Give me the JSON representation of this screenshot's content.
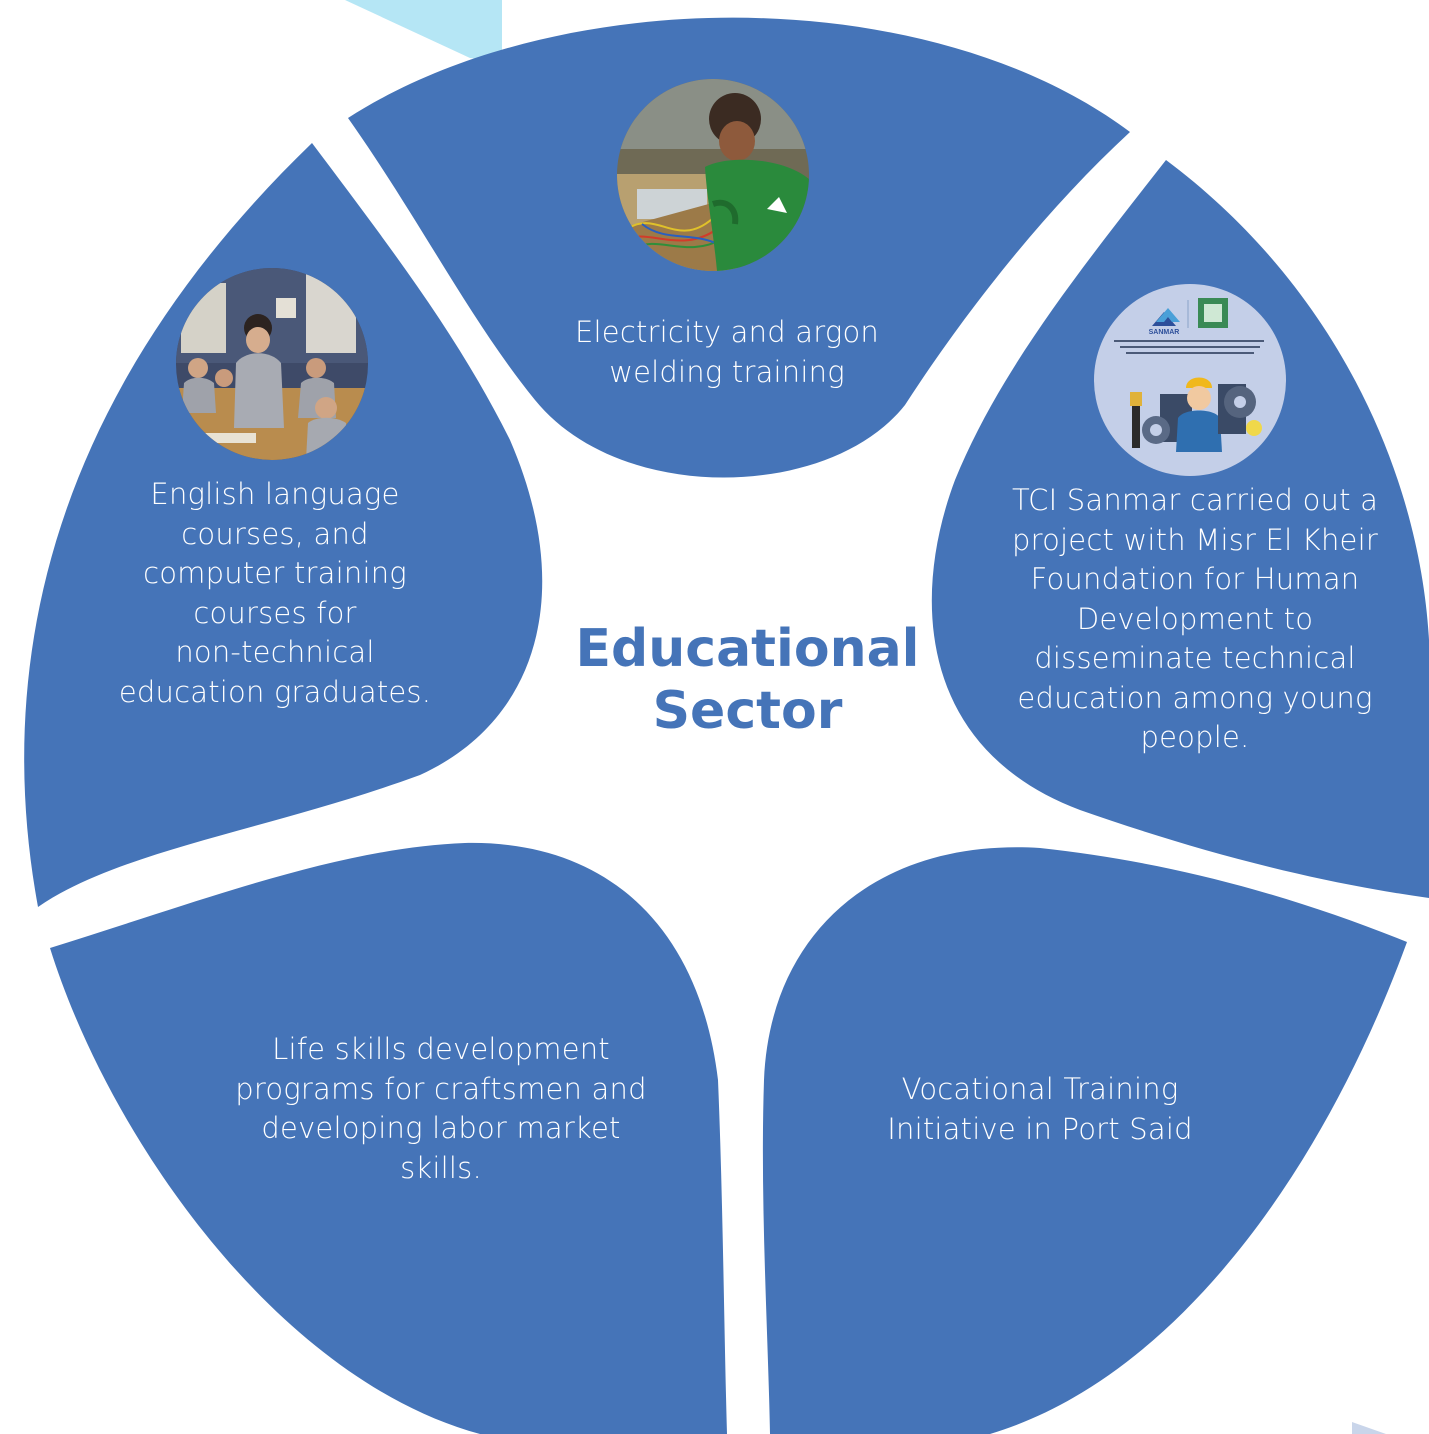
{
  "center": {
    "title": "Educational\nSector"
  },
  "petals": {
    "top": {
      "text": "Electricity and argon\nwelding training"
    },
    "left": {
      "text": "English language\ncourses, and\ncomputer training\ncourses for\nnon-technical\neducation graduates."
    },
    "right": {
      "text": "TCI Sanmar carried out a\nproject with Misr El Kheir\nFoundation for Human\nDevelopment to\ndisseminate technical\neducation among young\npeople."
    },
    "bottom_left": {
      "text": "Life skills development\nprograms for craftsmen and\ndeveloping labor market\nskills."
    },
    "bottom_right": {
      "text": "Vocational Training\nInitiative in Port Said"
    }
  },
  "logo": {
    "brand": "SANMAR"
  },
  "colors": {
    "petal": "#4574b8",
    "title": "#4574b8",
    "accent_light_blue": "#b5e6f5",
    "background": "#ffffff"
  }
}
